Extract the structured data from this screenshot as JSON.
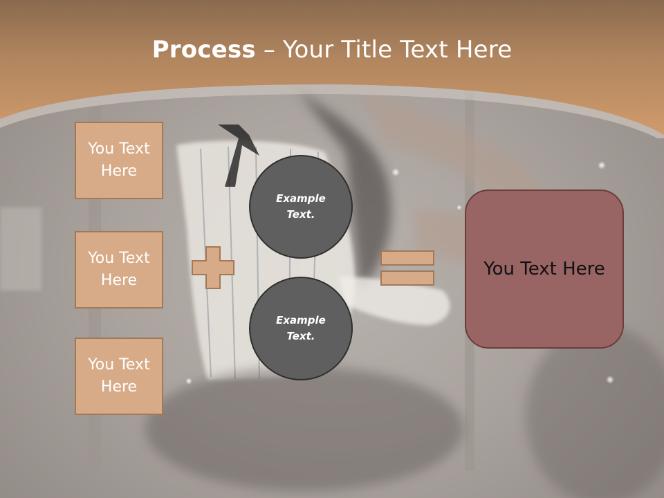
{
  "slide": {
    "title_bold": "Process",
    "title_rest": " – Your Title Text Here",
    "boxes": [
      "You Text Here",
      "You Text Here",
      "You Text Here"
    ],
    "circles": [
      "Example Text.",
      "Example Text."
    ],
    "result": "You Text Here"
  },
  "colors": {
    "header": "#b8875e",
    "box_fill": "#d8ab88",
    "box_border": "#a27856",
    "circle_fill": "#5f5f5f",
    "result_fill": "#996464",
    "result_border": "#6a3c3c"
  },
  "icons": [
    "plus-icon",
    "equals-icon"
  ]
}
